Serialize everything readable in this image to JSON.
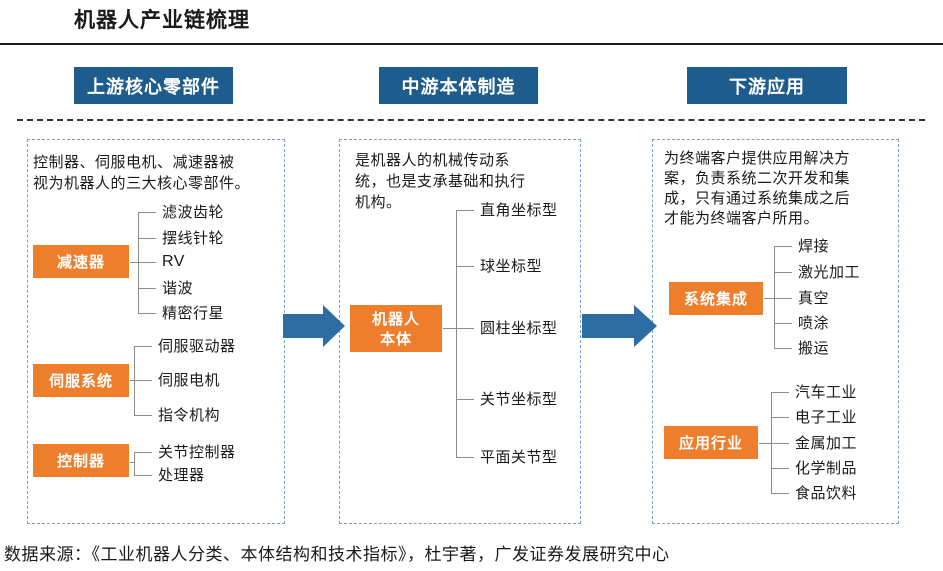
{
  "title": "机器人产业链梳理",
  "columns": {
    "upstream": {
      "header": "上游核心零部件",
      "description": [
        "控制器、伺服电机、减速器被",
        "视为机器人的三大核心零部件。"
      ],
      "groups": [
        {
          "label": "减速器",
          "items": [
            "滤波齿轮",
            "摆线针轮",
            "RV",
            "谐波",
            "精密行星"
          ]
        },
        {
          "label": "伺服系统",
          "items": [
            "伺服驱动器",
            "伺服电机",
            "指令机构"
          ]
        },
        {
          "label": "控制器",
          "items": [
            "关节控制器",
            "处理器"
          ]
        }
      ]
    },
    "midstream": {
      "header": "中游本体制造",
      "description": [
        "是机器人的机械传动系",
        "统，也是支承基础和执行",
        "机构。"
      ],
      "group": {
        "label_lines": [
          "机器人",
          "本体"
        ],
        "items": [
          "直角坐标型",
          "球坐标型",
          "圆柱坐标型",
          "关节坐标型",
          "平面关节型"
        ]
      }
    },
    "downstream": {
      "header": "下游应用",
      "description": [
        "为终端客户提供应用解决方",
        "案，负责系统二次开发和集",
        "成，只有通过系统集成之后",
        "才能为终端客户所用。"
      ],
      "groups": [
        {
          "label": "系统集成",
          "items": [
            "焊接",
            "激光加工",
            "真空",
            "喷涂",
            "搬运"
          ]
        },
        {
          "label": "应用行业",
          "items": [
            "汽车工业",
            "电子工业",
            "金属加工",
            "化学制品",
            "食品饮料"
          ]
        }
      ]
    }
  },
  "source": "数据来源：《工业机器人分类、本体结构和技术指标》，杜宇著，广发证券发展研究中心",
  "colors": {
    "header_blue": "#1f5c8e",
    "box_orange": "#ee7d2c",
    "arrow_blue": "#2e6ca4",
    "panel_border": "#7b9fcf"
  }
}
